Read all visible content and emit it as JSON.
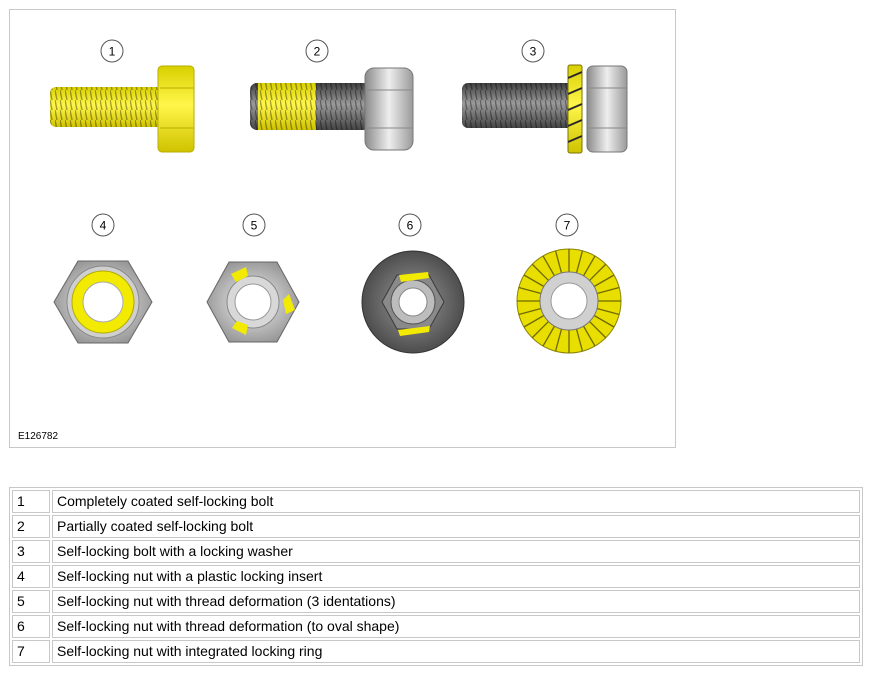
{
  "figure": {
    "id": "E126782",
    "callouts": [
      "1",
      "2",
      "3",
      "4",
      "5",
      "6",
      "7"
    ]
  },
  "legend": [
    {
      "num": "1",
      "text": "Completely coated self-locking bolt"
    },
    {
      "num": "2",
      "text": "Partially coated self-locking bolt"
    },
    {
      "num": "3",
      "text": "Self-locking bolt with a locking washer"
    },
    {
      "num": "4",
      "text": "Self-locking nut with a plastic locking insert"
    },
    {
      "num": "5",
      "text": "Self-locking nut with thread deformation (3 identations)"
    },
    {
      "num": "6",
      "text": "Self-locking nut with thread deformation (to oval shape)"
    },
    {
      "num": "7",
      "text": "Self-locking nut with integrated locking ring"
    }
  ],
  "colors": {
    "highlight": "#f2ea00",
    "metal_dark": "#5a5a5a",
    "metal_light": "#c8c8c8",
    "border": "#c8c8c8"
  }
}
